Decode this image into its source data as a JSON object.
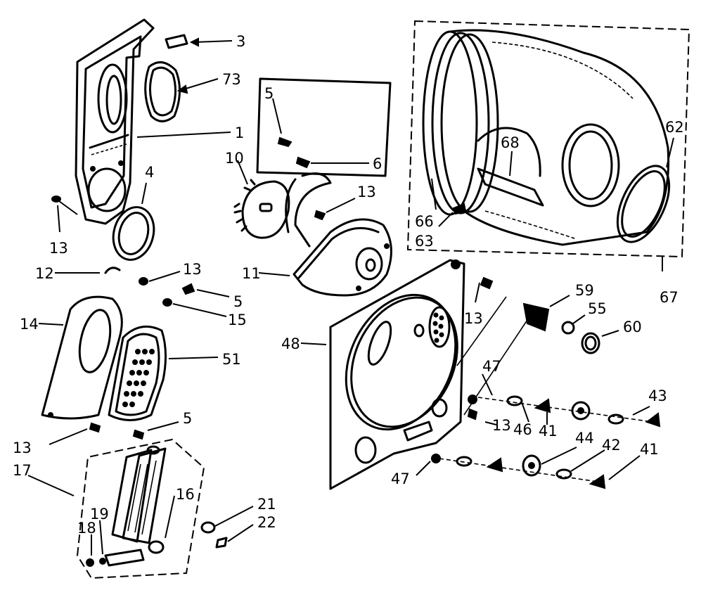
{
  "diagram": {
    "labels": [
      {
        "id": "3",
        "text": "3"
      },
      {
        "id": "73",
        "text": "73"
      },
      {
        "id": "1",
        "text": "1"
      },
      {
        "id": "4",
        "text": "4"
      },
      {
        "id": "13a",
        "text": "13"
      },
      {
        "id": "5a",
        "text": "5"
      },
      {
        "id": "6",
        "text": "6"
      },
      {
        "id": "10",
        "text": "10"
      },
      {
        "id": "13b",
        "text": "13"
      },
      {
        "id": "11",
        "text": "11"
      },
      {
        "id": "12",
        "text": "12"
      },
      {
        "id": "13c",
        "text": "13"
      },
      {
        "id": "5b",
        "text": "5"
      },
      {
        "id": "15",
        "text": "15"
      },
      {
        "id": "14",
        "text": "14"
      },
      {
        "id": "51",
        "text": "51"
      },
      {
        "id": "13d",
        "text": "13"
      },
      {
        "id": "5c",
        "text": "5"
      },
      {
        "id": "17",
        "text": "17"
      },
      {
        "id": "16",
        "text": "16"
      },
      {
        "id": "19",
        "text": "19"
      },
      {
        "id": "18",
        "text": "18"
      },
      {
        "id": "21",
        "text": "21"
      },
      {
        "id": "22",
        "text": "22"
      },
      {
        "id": "68",
        "text": "68"
      },
      {
        "id": "62",
        "text": "62"
      },
      {
        "id": "66",
        "text": "66"
      },
      {
        "id": "63",
        "text": "63"
      },
      {
        "id": "67",
        "text": "67"
      },
      {
        "id": "13e",
        "text": "13"
      },
      {
        "id": "59",
        "text": "59"
      },
      {
        "id": "55",
        "text": "55"
      },
      {
        "id": "60",
        "text": "60"
      },
      {
        "id": "48",
        "text": "48"
      },
      {
        "id": "47a",
        "text": "47"
      },
      {
        "id": "13f",
        "text": "13"
      },
      {
        "id": "46",
        "text": "46"
      },
      {
        "id": "41a",
        "text": "41"
      },
      {
        "id": "44",
        "text": "44"
      },
      {
        "id": "43",
        "text": "43"
      },
      {
        "id": "42",
        "text": "42"
      },
      {
        "id": "41b",
        "text": "41"
      },
      {
        "id": "47b",
        "text": "47"
      }
    ]
  }
}
